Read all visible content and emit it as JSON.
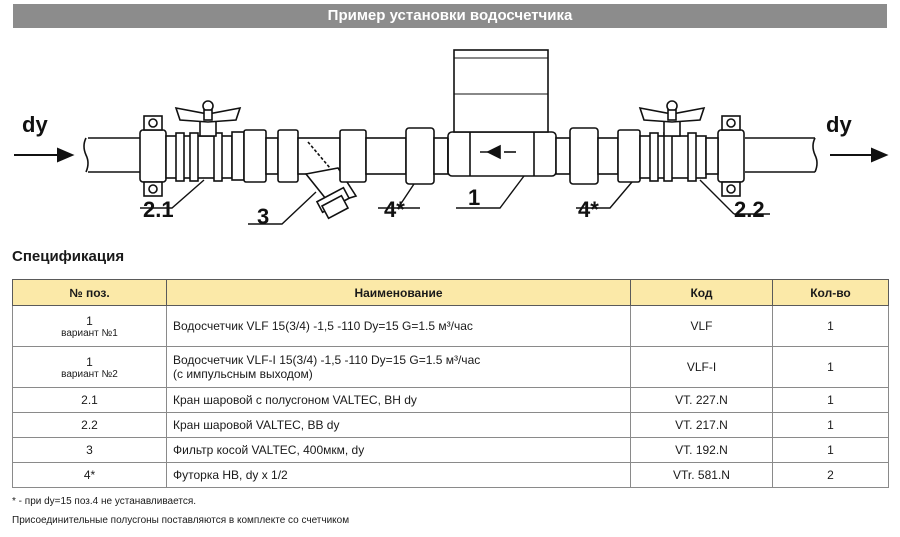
{
  "title": "Пример установки водосчетчика",
  "diagram": {
    "labels": {
      "dy_left": "dy",
      "dy_right": "dy",
      "pos_2_1": "2.1",
      "pos_3": "3",
      "pos_4_left": "4*",
      "pos_1": "1",
      "pos_4_right": "4*",
      "pos_2_2": "2.2"
    }
  },
  "spec_heading": "Спецификация",
  "table": {
    "headers": [
      "№ поз.",
      "Наименование",
      "Код",
      "Кол-во"
    ],
    "rows": [
      {
        "pos": "1",
        "pos_sub": "вариант №1",
        "name": "Водосчетчик VLF  15(3/4) -1,5 -110  Dy=15 G=1.5 м³/час",
        "name2": "",
        "code": "VLF",
        "qty": "1"
      },
      {
        "pos": "1",
        "pos_sub": "вариант №2",
        "name": "Водосчетчик VLF-I 15(3/4) -1,5 -110  Dy=15 G=1.5 м³/час",
        "name2": "(с импульсным выходом)",
        "code": "VLF-I",
        "qty": "1"
      },
      {
        "pos": "2.1",
        "pos_sub": "",
        "name": "Кран шаровой с полусгоном VALTEC, ВН dy",
        "name2": "",
        "code": "VT. 227.N",
        "qty": "1"
      },
      {
        "pos": "2.2",
        "pos_sub": "",
        "name": "Кран шаровой VALTEC, ВВ dy",
        "name2": "",
        "code": "VT. 217.N",
        "qty": "1"
      },
      {
        "pos": "3",
        "pos_sub": "",
        "name": "Фильтр косой VALTEC, 400мкм, dy",
        "name2": "",
        "code": "VT. 192.N",
        "qty": "1"
      },
      {
        "pos": "4*",
        "pos_sub": "",
        "name": "Футорка НВ, dy x 1/2",
        "name2": "",
        "code": "VTr. 581.N",
        "qty": "2"
      }
    ]
  },
  "notes": {
    "note1": "* - при dy=15 поз.4 не устанавливается.",
    "note2": "Присоединительные полусгоны поставляются в комплекте со счетчиком"
  }
}
